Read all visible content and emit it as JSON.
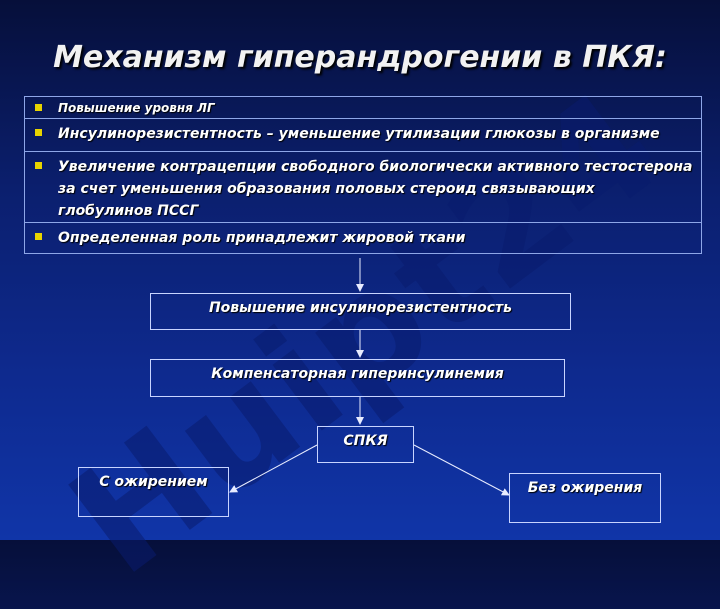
{
  "watermark": "Huipt24",
  "title": "Механизм гиперандрогении в ПКЯ:",
  "bullets": [
    "Повышение уровня ЛГ",
    "Инсулинорезистентность – уменьшение утилизации глюкозы в организме",
    "Увеличение контрацепции свободного биологически активного тестостерона за счет уменьшения образования половых стероид связывающих глобулинов ПССГ",
    "Определенная роль принадлежит жировой ткани"
  ],
  "flow": {
    "step1": "Повышение инсулинорезистентность",
    "step2": "Компенсаторная гиперинсулинемия",
    "center": "СПКЯ",
    "left": "С ожирением",
    "right": "Без ожирения"
  },
  "colors": {
    "bullet_marker": "#e8d400",
    "border": "#8ea6e8",
    "background_top": "#060f3a",
    "background_bottom": "#1035a8"
  }
}
